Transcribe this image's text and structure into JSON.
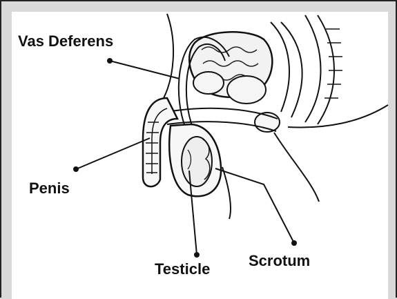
{
  "labels": {
    "vas_deferens": "Vas Deferens",
    "penis": "Penis",
    "testicle": "Testicle",
    "scrotum": "Scrotum"
  },
  "colors": {
    "background": "#d9d9d9",
    "panel": "#ffffff",
    "ink": "#111111"
  }
}
